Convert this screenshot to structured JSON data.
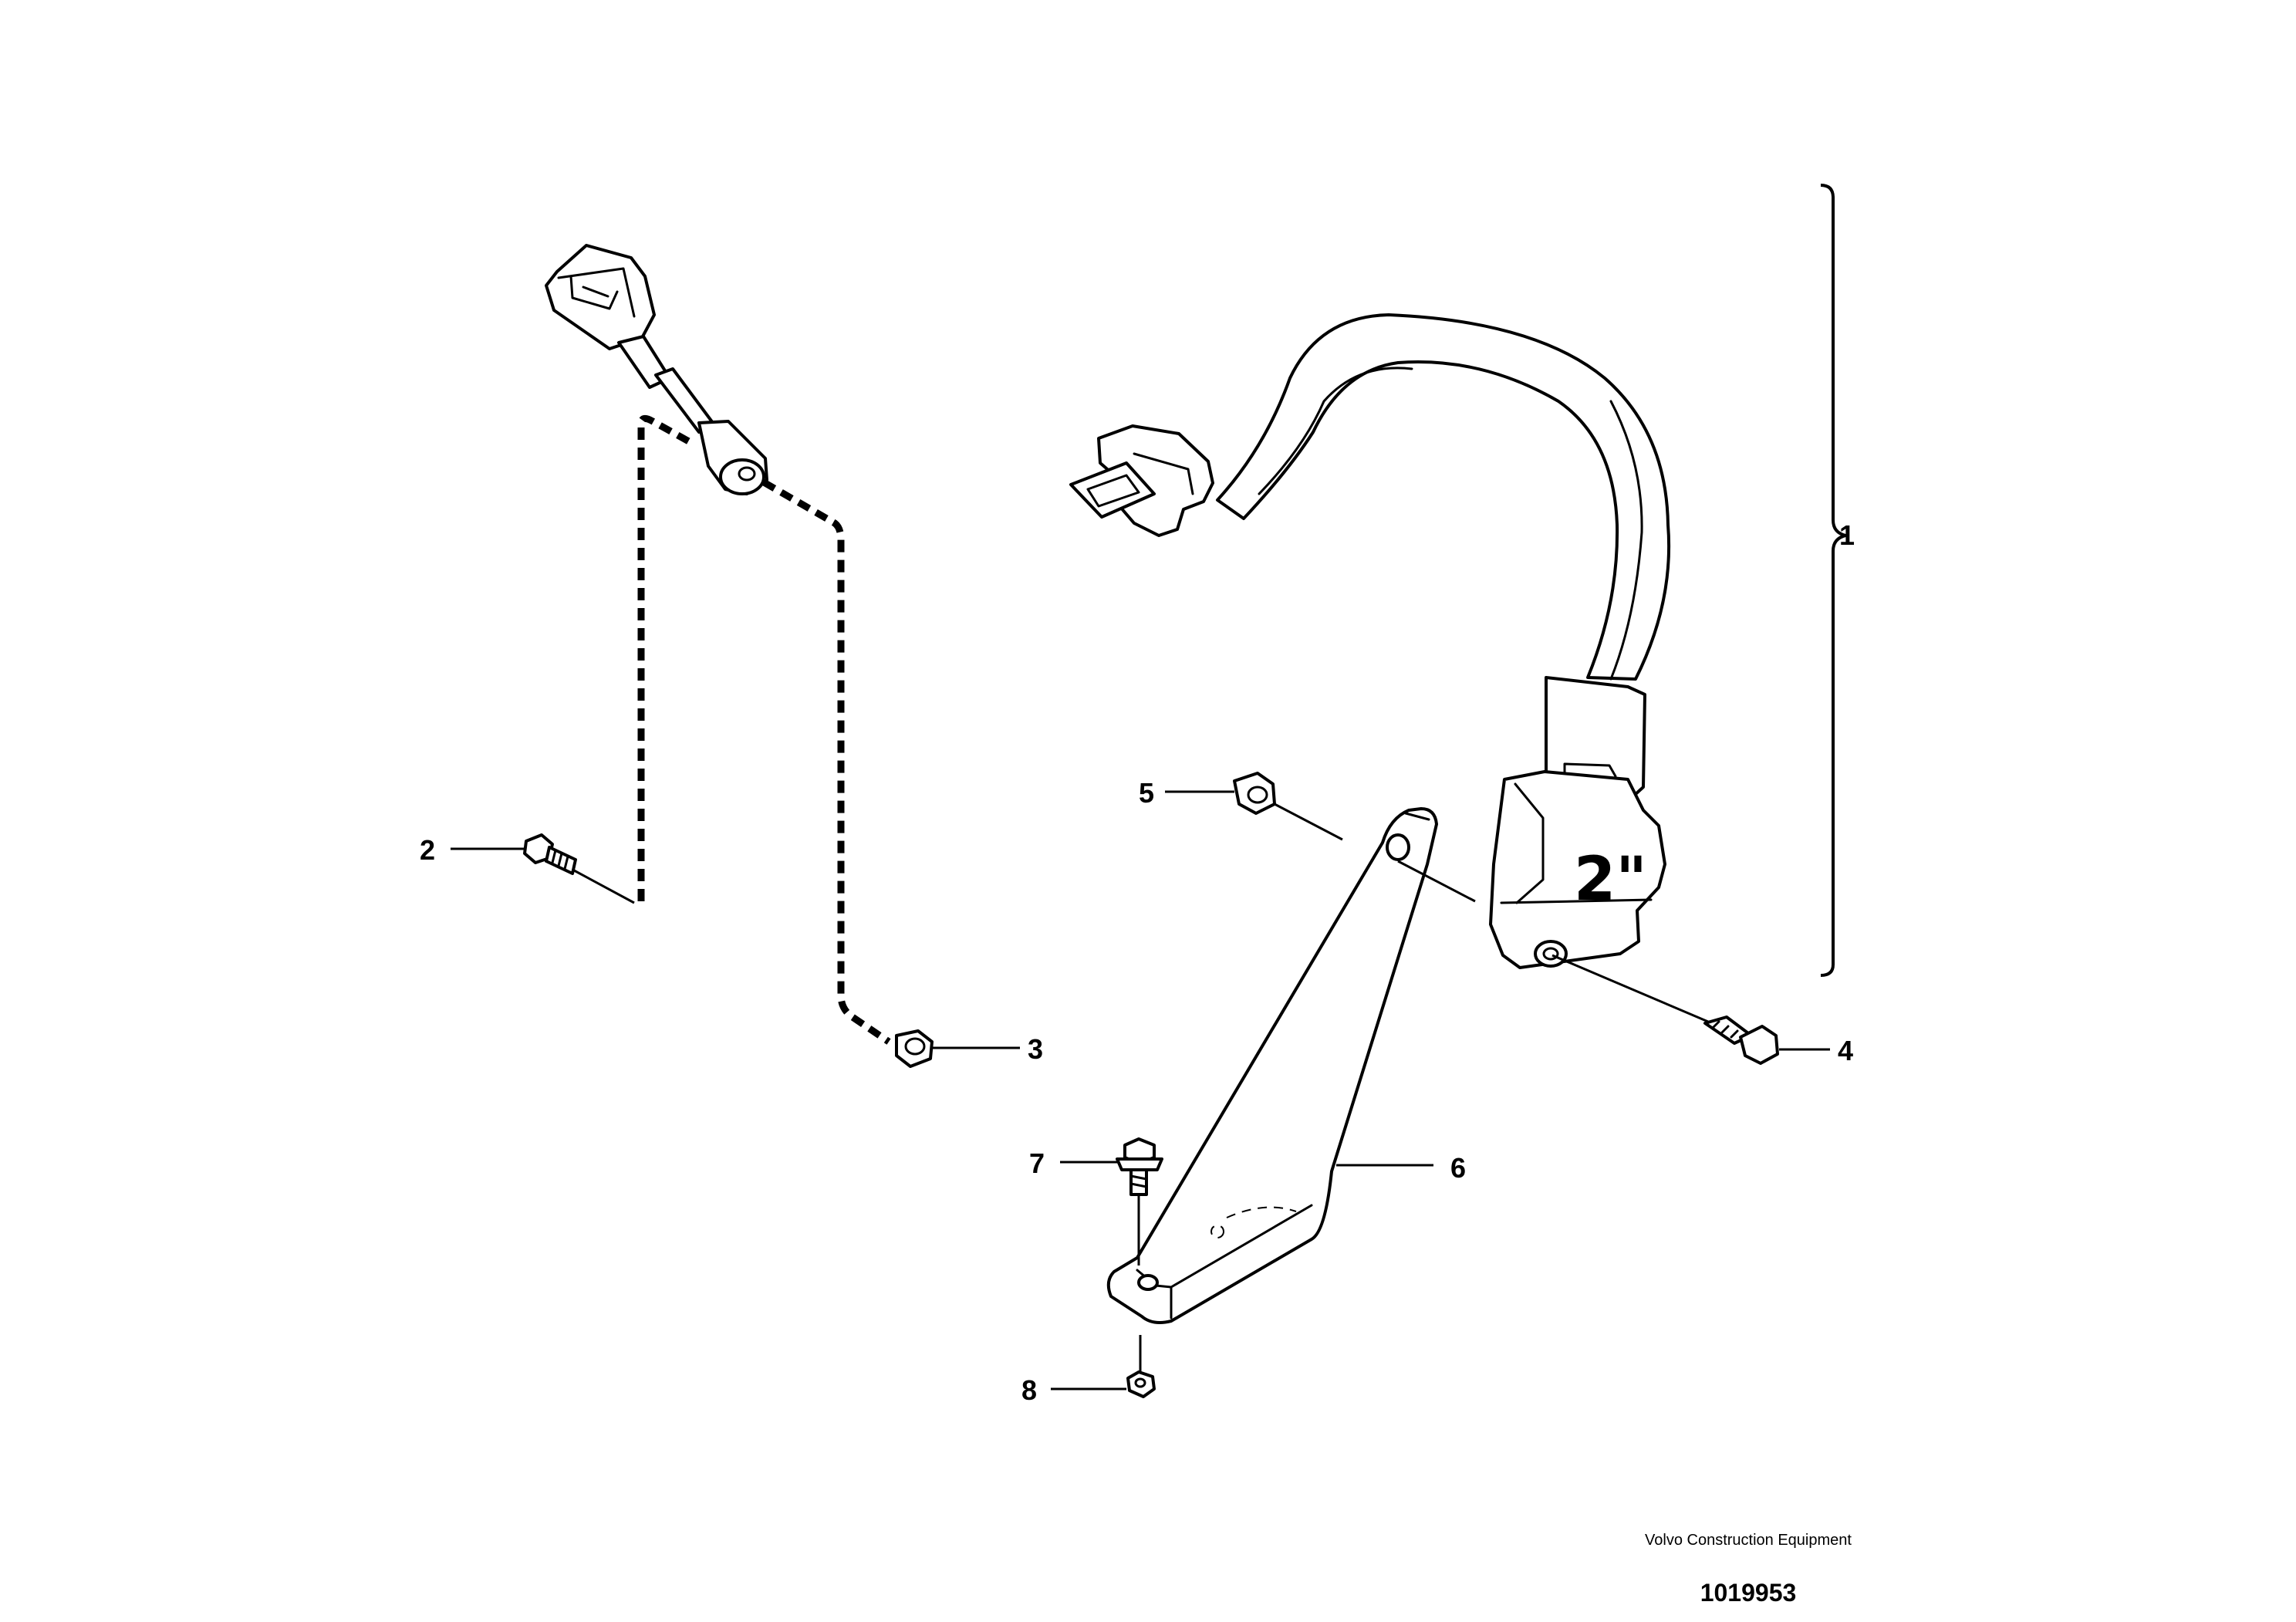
{
  "diagram": {
    "callouts": [
      "1",
      "2",
      "3",
      "4",
      "5",
      "6",
      "7",
      "8"
    ],
    "size_marking": "2\"",
    "publisher": "Volvo Construction Equipment",
    "drawing_number": "1019953"
  },
  "colors": {
    "line": "#000000",
    "background": "#ffffff"
  }
}
